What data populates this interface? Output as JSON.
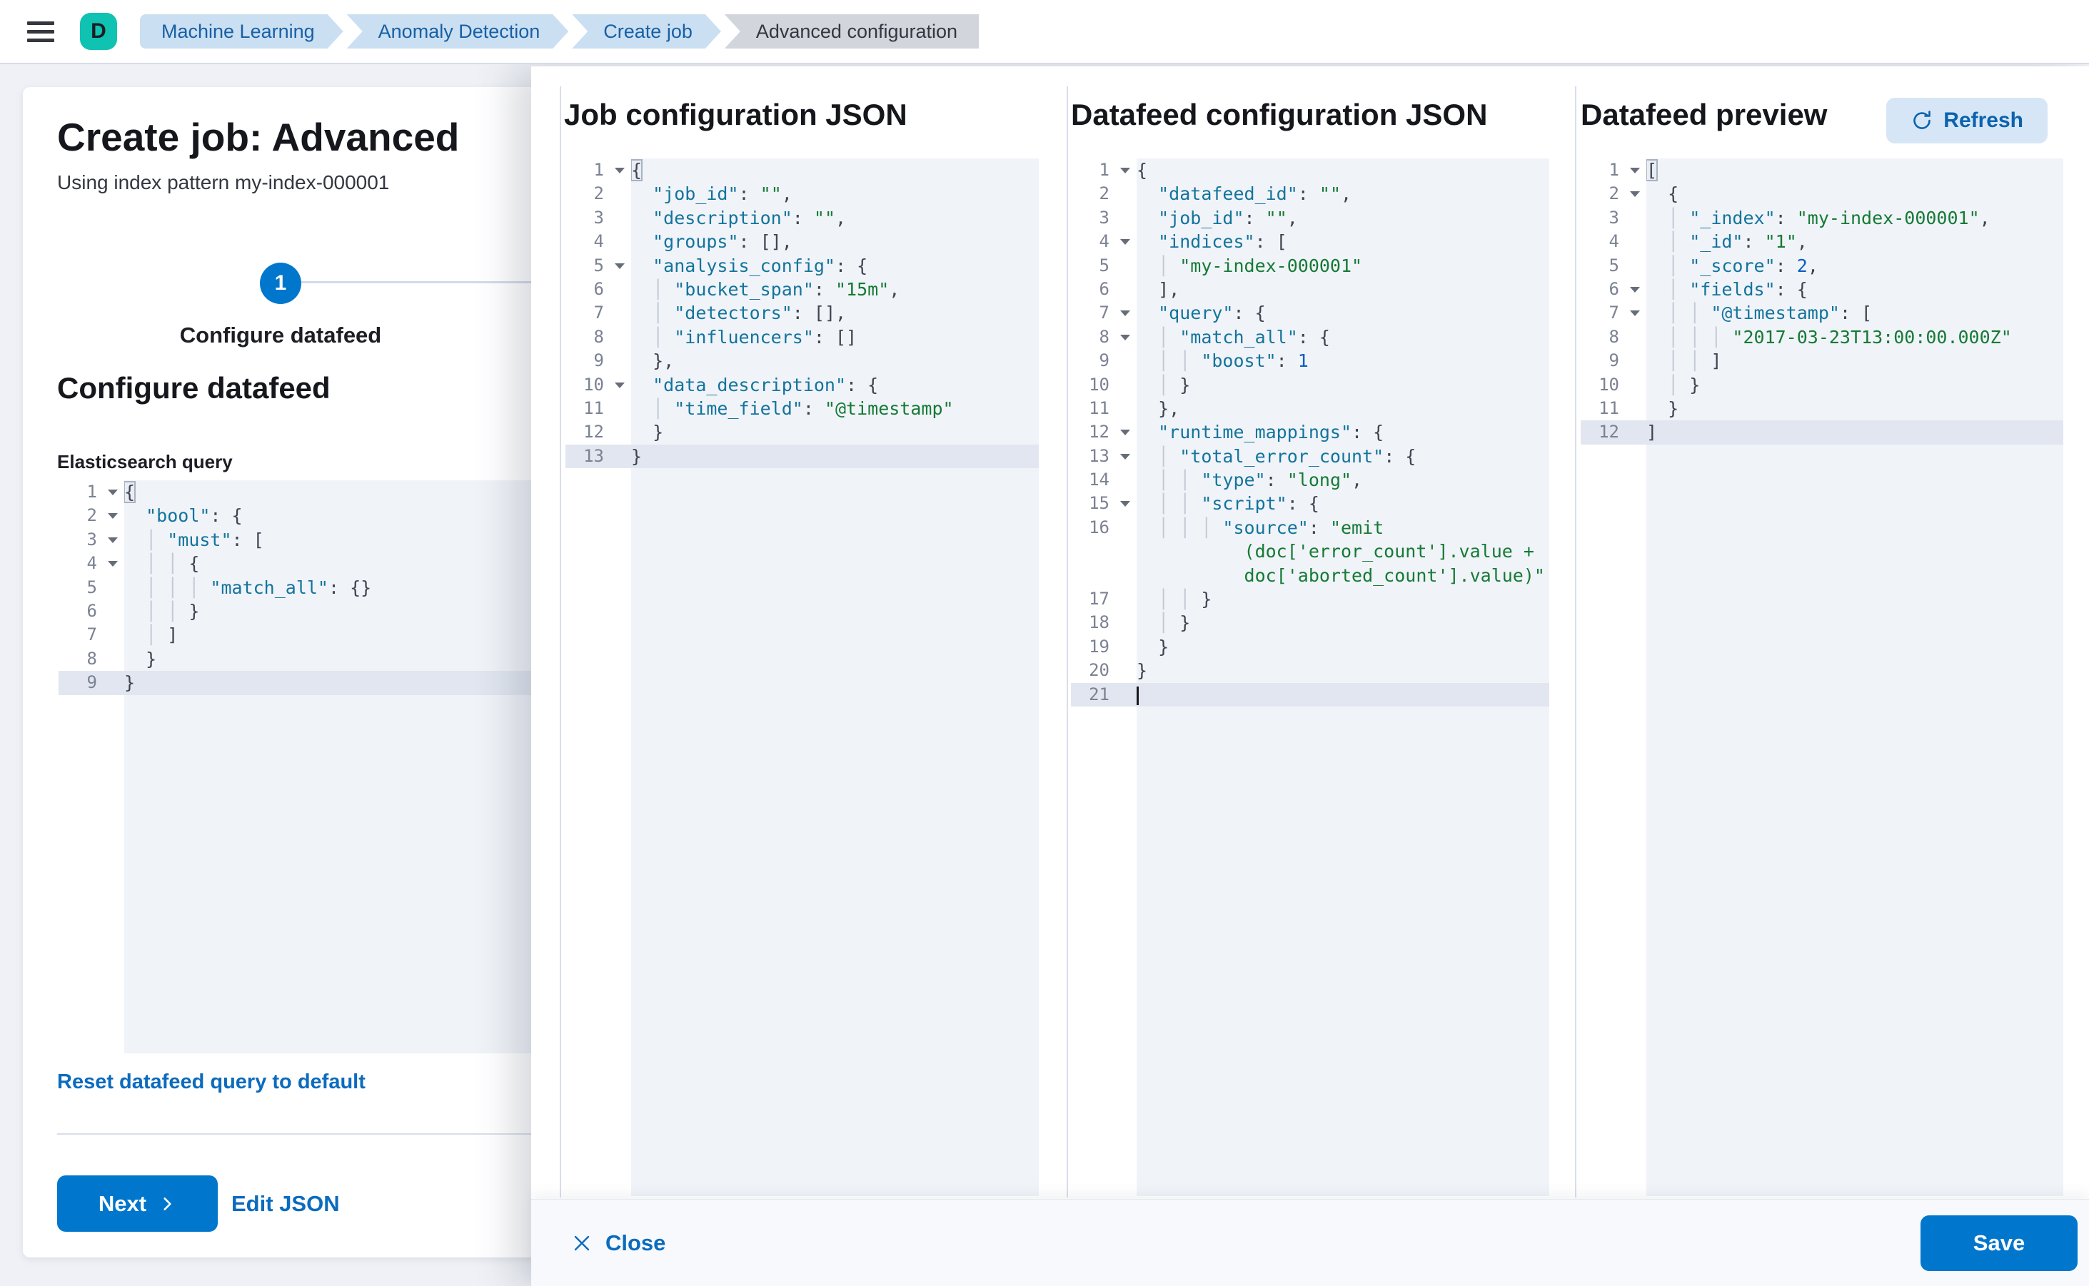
{
  "header": {
    "avatar": "D",
    "breadcrumbs": [
      {
        "label": "Machine Learning",
        "current": false
      },
      {
        "label": "Anomaly Detection",
        "current": false
      },
      {
        "label": "Create job",
        "current": false
      },
      {
        "label": "Advanced configuration",
        "current": true
      }
    ]
  },
  "wizard": {
    "title": "Create job: Advanced",
    "subtitle": "Using index pattern my-index-000001",
    "step_number": "1",
    "step_label": "Configure datafeed",
    "section_heading": "Configure datafeed",
    "query_label": "Elasticsearch query",
    "reset_link": "Reset datafeed query to default",
    "next_button": "Next",
    "edit_json_link": "Edit JSON"
  },
  "flyout": {
    "column_titles": [
      "Job configuration JSON",
      "Datafeed configuration JSON",
      "Datafeed preview"
    ],
    "refresh_button": "Refresh",
    "close_button": "Close",
    "save_button": "Save"
  },
  "colors": {
    "primary_blue": "#0077CC",
    "link_blue": "#0B6BBE",
    "avatar_teal": "#0FC2B2",
    "breadcrumb_blue_bg": "#CBDFF2",
    "breadcrumb_gray_bg": "#D2D5DC",
    "code_key": "#13749C",
    "code_string": "#157A35",
    "code_number": "#0A5FBF",
    "active_line": "#E1E6F0"
  },
  "editors": {
    "es_query": {
      "lines": [
        {
          "n": 1,
          "ind": 0,
          "fold": 1,
          "seg": [
            [
              "b",
              "{"
            ]
          ]
        },
        {
          "n": 2,
          "ind": 2,
          "fold": 1,
          "seg": [
            [
              "k",
              "\"bool\""
            ],
            [
              "p",
              ": {"
            ]
          ]
        },
        {
          "n": 3,
          "ind": 4,
          "fold": 1,
          "seg": [
            [
              "k",
              "\"must\""
            ],
            [
              "p",
              ": ["
            ]
          ]
        },
        {
          "n": 4,
          "ind": 6,
          "fold": 1,
          "seg": [
            [
              "p",
              "{"
            ]
          ]
        },
        {
          "n": 5,
          "ind": 8,
          "seg": [
            [
              "k",
              "\"match_all\""
            ],
            [
              "p",
              ": {}"
            ]
          ]
        },
        {
          "n": 6,
          "ind": 6,
          "seg": [
            [
              "p",
              "}"
            ]
          ]
        },
        {
          "n": 7,
          "ind": 4,
          "seg": [
            [
              "p",
              "]"
            ]
          ]
        },
        {
          "n": 8,
          "ind": 2,
          "seg": [
            [
              "p",
              "}"
            ]
          ]
        },
        {
          "n": 9,
          "ind": 0,
          "active": 1,
          "seg": [
            [
              "p",
              "}"
            ]
          ]
        }
      ]
    },
    "job_config": {
      "lines": [
        {
          "n": 1,
          "ind": 0,
          "fold": 1,
          "seg": [
            [
              "b",
              "{"
            ]
          ]
        },
        {
          "n": 2,
          "ind": 2,
          "seg": [
            [
              "k",
              "\"job_id\""
            ],
            [
              "p",
              ": "
            ],
            [
              "s",
              "\"\""
            ],
            [
              "p",
              ","
            ]
          ]
        },
        {
          "n": 3,
          "ind": 2,
          "seg": [
            [
              "k",
              "\"description\""
            ],
            [
              "p",
              ": "
            ],
            [
              "s",
              "\"\""
            ],
            [
              "p",
              ","
            ]
          ]
        },
        {
          "n": 4,
          "ind": 2,
          "seg": [
            [
              "k",
              "\"groups\""
            ],
            [
              "p",
              ": [],"
            ]
          ]
        },
        {
          "n": 5,
          "ind": 2,
          "fold": 1,
          "seg": [
            [
              "k",
              "\"analysis_config\""
            ],
            [
              "p",
              ": {"
            ]
          ]
        },
        {
          "n": 6,
          "ind": 4,
          "seg": [
            [
              "k",
              "\"bucket_span\""
            ],
            [
              "p",
              ": "
            ],
            [
              "s",
              "\"15m\""
            ],
            [
              "p",
              ","
            ]
          ]
        },
        {
          "n": 7,
          "ind": 4,
          "seg": [
            [
              "k",
              "\"detectors\""
            ],
            [
              "p",
              ": [],"
            ]
          ]
        },
        {
          "n": 8,
          "ind": 4,
          "seg": [
            [
              "k",
              "\"influencers\""
            ],
            [
              "p",
              ": []"
            ]
          ]
        },
        {
          "n": 9,
          "ind": 2,
          "seg": [
            [
              "p",
              "},"
            ]
          ]
        },
        {
          "n": 10,
          "ind": 2,
          "fold": 1,
          "seg": [
            [
              "k",
              "\"data_description\""
            ],
            [
              "p",
              ": {"
            ]
          ]
        },
        {
          "n": 11,
          "ind": 4,
          "seg": [
            [
              "k",
              "\"time_field\""
            ],
            [
              "p",
              ": "
            ],
            [
              "s",
              "\"@timestamp\""
            ]
          ]
        },
        {
          "n": 12,
          "ind": 2,
          "seg": [
            [
              "p",
              "}"
            ]
          ]
        },
        {
          "n": 13,
          "ind": 0,
          "active": 1,
          "seg": [
            [
              "p",
              "}"
            ]
          ]
        }
      ]
    },
    "datafeed_config": {
      "lines": [
        {
          "n": 1,
          "ind": 0,
          "fold": 1,
          "seg": [
            [
              "p",
              "{"
            ]
          ]
        },
        {
          "n": 2,
          "ind": 2,
          "seg": [
            [
              "k",
              "\"datafeed_id\""
            ],
            [
              "p",
              ": "
            ],
            [
              "s",
              "\"\""
            ],
            [
              "p",
              ","
            ]
          ]
        },
        {
          "n": 3,
          "ind": 2,
          "seg": [
            [
              "k",
              "\"job_id\""
            ],
            [
              "p",
              ": "
            ],
            [
              "s",
              "\"\""
            ],
            [
              "p",
              ","
            ]
          ]
        },
        {
          "n": 4,
          "ind": 2,
          "fold": 1,
          "seg": [
            [
              "k",
              "\"indices\""
            ],
            [
              "p",
              ": ["
            ]
          ]
        },
        {
          "n": 5,
          "ind": 4,
          "seg": [
            [
              "s",
              "\"my-index-000001\""
            ]
          ]
        },
        {
          "n": 6,
          "ind": 2,
          "seg": [
            [
              "p",
              "],"
            ]
          ]
        },
        {
          "n": 7,
          "ind": 2,
          "fold": 1,
          "seg": [
            [
              "k",
              "\"query\""
            ],
            [
              "p",
              ": {"
            ]
          ]
        },
        {
          "n": 8,
          "ind": 4,
          "fold": 1,
          "seg": [
            [
              "k",
              "\"match_all\""
            ],
            [
              "p",
              ": {"
            ]
          ]
        },
        {
          "n": 9,
          "ind": 6,
          "seg": [
            [
              "k",
              "\"boost\""
            ],
            [
              "p",
              ": "
            ],
            [
              "n",
              "1"
            ]
          ]
        },
        {
          "n": 10,
          "ind": 4,
          "seg": [
            [
              "p",
              "}"
            ]
          ]
        },
        {
          "n": 11,
          "ind": 2,
          "seg": [
            [
              "p",
              "},"
            ]
          ]
        },
        {
          "n": 12,
          "ind": 2,
          "fold": 1,
          "seg": [
            [
              "k",
              "\"runtime_mappings\""
            ],
            [
              "p",
              ": {"
            ]
          ]
        },
        {
          "n": 13,
          "ind": 4,
          "fold": 1,
          "seg": [
            [
              "k",
              "\"total_error_count\""
            ],
            [
              "p",
              ": {"
            ]
          ]
        },
        {
          "n": 14,
          "ind": 6,
          "seg": [
            [
              "k",
              "\"type\""
            ],
            [
              "p",
              ": "
            ],
            [
              "s",
              "\"long\""
            ],
            [
              "p",
              ","
            ]
          ]
        },
        {
          "n": 15,
          "ind": 6,
          "fold": 1,
          "seg": [
            [
              "k",
              "\"script\""
            ],
            [
              "p",
              ": {"
            ]
          ]
        },
        {
          "n": 16,
          "ind": 8,
          "seg": [
            [
              "k",
              "\"source\""
            ],
            [
              "p",
              ": "
            ],
            [
              "s",
              "\"emit"
            ]
          ]
        },
        {
          "wrap": 1,
          "ind": 10,
          "seg": [
            [
              "s",
              "(doc['error_count'].value +"
            ]
          ]
        },
        {
          "wrap": 1,
          "ind": 10,
          "seg": [
            [
              "s",
              "doc['aborted_count'].value)\""
            ]
          ]
        },
        {
          "n": 17,
          "ind": 6,
          "seg": [
            [
              "p",
              "}"
            ]
          ]
        },
        {
          "n": 18,
          "ind": 4,
          "seg": [
            [
              "p",
              "}"
            ]
          ]
        },
        {
          "n": 19,
          "ind": 2,
          "seg": [
            [
              "p",
              "}"
            ]
          ]
        },
        {
          "n": 20,
          "ind": 0,
          "seg": [
            [
              "p",
              "}"
            ]
          ]
        },
        {
          "n": 21,
          "ind": 0,
          "active": 1,
          "cursor": 1,
          "seg": []
        }
      ]
    },
    "datafeed_preview": {
      "lines": [
        {
          "n": 1,
          "ind": 0,
          "fold": 1,
          "seg": [
            [
              "b",
              "["
            ]
          ]
        },
        {
          "n": 2,
          "ind": 2,
          "fold": 1,
          "seg": [
            [
              "p",
              "{"
            ]
          ]
        },
        {
          "n": 3,
          "ind": 4,
          "seg": [
            [
              "k",
              "\"_index\""
            ],
            [
              "p",
              ": "
            ],
            [
              "s",
              "\"my-index-000001\""
            ],
            [
              "p",
              ","
            ]
          ]
        },
        {
          "n": 4,
          "ind": 4,
          "seg": [
            [
              "k",
              "\"_id\""
            ],
            [
              "p",
              ": "
            ],
            [
              "s",
              "\"1\""
            ],
            [
              "p",
              ","
            ]
          ]
        },
        {
          "n": 5,
          "ind": 4,
          "seg": [
            [
              "k",
              "\"_score\""
            ],
            [
              "p",
              ": "
            ],
            [
              "n",
              "2"
            ],
            [
              "p",
              ","
            ]
          ]
        },
        {
          "n": 6,
          "ind": 4,
          "fold": 1,
          "seg": [
            [
              "k",
              "\"fields\""
            ],
            [
              "p",
              ": {"
            ]
          ]
        },
        {
          "n": 7,
          "ind": 6,
          "fold": 1,
          "seg": [
            [
              "k",
              "\"@timestamp\""
            ],
            [
              "p",
              ": ["
            ]
          ]
        },
        {
          "n": 8,
          "ind": 8,
          "seg": [
            [
              "s",
              "\"2017-03-23T13:00:00.000Z\""
            ]
          ]
        },
        {
          "n": 9,
          "ind": 6,
          "seg": [
            [
              "p",
              "]"
            ]
          ]
        },
        {
          "n": 10,
          "ind": 4,
          "seg": [
            [
              "p",
              "}"
            ]
          ]
        },
        {
          "n": 11,
          "ind": 2,
          "seg": [
            [
              "p",
              "}"
            ]
          ]
        },
        {
          "n": 12,
          "ind": 0,
          "active": 1,
          "seg": [
            [
              "p",
              "]"
            ]
          ]
        }
      ]
    }
  }
}
